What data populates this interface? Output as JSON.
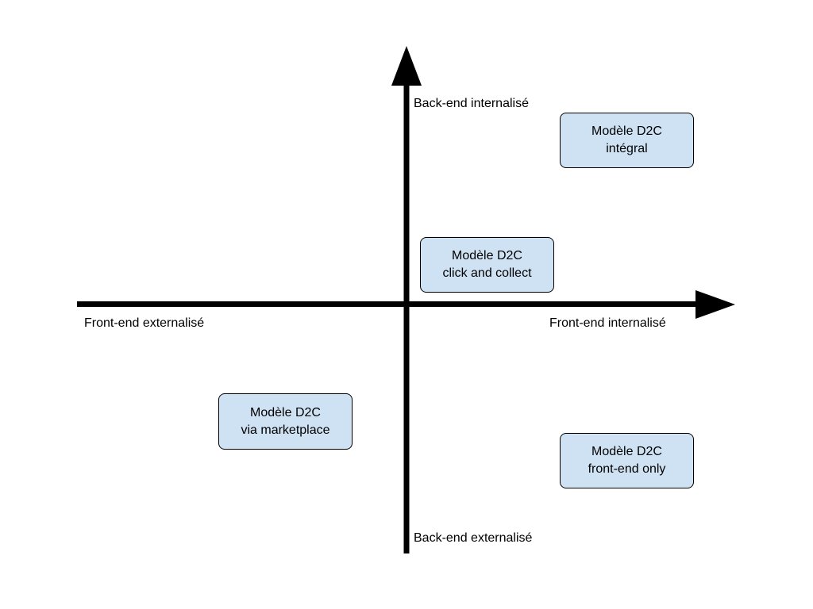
{
  "axes": {
    "y_top": "Back-end internalisé",
    "y_bottom": "Back-end externalisé",
    "x_left": "Front-end externalisé",
    "x_right": "Front-end internalisé"
  },
  "boxes": {
    "integral": {
      "line1": "Modèle D2C",
      "line2": "intégral"
    },
    "click_collect": {
      "line1": "Modèle D2C",
      "line2": "click and collect"
    },
    "marketplace": {
      "line1": "Modèle D2C",
      "line2": "via marketplace"
    },
    "front_end_only": {
      "line1": "Modèle D2C",
      "line2": "front-end only"
    }
  },
  "colors": {
    "box_fill": "#cfe2f3",
    "axis": "#000000"
  }
}
